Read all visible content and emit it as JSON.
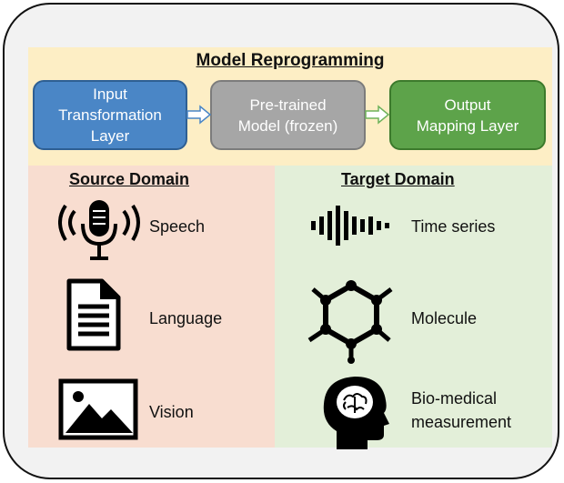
{
  "diagram": {
    "title": "Model Reprogramming",
    "pipeline": [
      {
        "label_lines": [
          "Input",
          "Transformation",
          "Layer"
        ]
      },
      {
        "label_lines": [
          "Pre-trained",
          "Model (frozen)"
        ]
      },
      {
        "label_lines": [
          "Output",
          "Mapping Layer"
        ]
      }
    ],
    "source": {
      "title": "Source Domain",
      "items": [
        {
          "label": "Speech",
          "icon": "microphone-icon"
        },
        {
          "label": "Language",
          "icon": "document-icon"
        },
        {
          "label": "Vision",
          "icon": "image-icon"
        }
      ]
    },
    "target": {
      "title": "Target Domain",
      "items": [
        {
          "label": "Time series",
          "icon": "waveform-icon"
        },
        {
          "label": "Molecule",
          "icon": "molecule-icon"
        },
        {
          "label_lines": [
            "Bio-medical",
            "measurement"
          ],
          "icon": "brain-head-icon"
        }
      ]
    },
    "colors": {
      "input_box": "#4a86c6",
      "pretrained_box": "#a6a6a6",
      "output_box": "#5da34a",
      "top_band": "#fdeec5",
      "source_band": "#f8ddd0",
      "target_band": "#e3efd9"
    }
  }
}
